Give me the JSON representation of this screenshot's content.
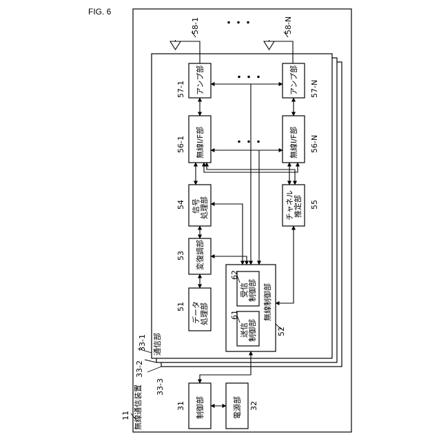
{
  "figure": {
    "title": "FIG. 6"
  },
  "device": {
    "ref": "11",
    "name": "無線通信装置"
  },
  "comm_units": {
    "ref1": "33-1",
    "ref2": "33-2",
    "ref3": "33-3",
    "name": "通信部"
  },
  "ellipsis": "・・・",
  "antennas": {
    "first_ref": "58-1",
    "last_ref": "58-N"
  },
  "blocks": {
    "amp_1": {
      "ref": "57-1",
      "label": "アンプ部"
    },
    "amp_n": {
      "ref": "57-N",
      "label": "アンプ部"
    },
    "rfif_1": {
      "ref": "56-1",
      "label": "無線I/F部"
    },
    "rfif_n": {
      "ref": "56-N",
      "label": "無線I/F部"
    },
    "signal_proc": {
      "ref": "54",
      "label_line1": "信号",
      "label_line2": "処理部"
    },
    "channel_est": {
      "ref": "55",
      "label_line1": "チャネル",
      "label_line2": "推定部"
    },
    "modem": {
      "ref": "53",
      "label": "変復調部"
    },
    "data_proc": {
      "ref": "51",
      "label_line1": "データ",
      "label_line2": "処理部"
    },
    "wireless_ctrl": {
      "ref": "52",
      "label": "無線制御部"
    },
    "rx_ctrl": {
      "ref": "62",
      "label_line1": "受信",
      "label_line2": "制御部"
    },
    "tx_ctrl": {
      "ref": "61",
      "label_line1": "送信",
      "label_line2": "制御部"
    },
    "control": {
      "ref": "31",
      "label": "制御部"
    },
    "power": {
      "ref": "32",
      "label": "電源部"
    }
  }
}
